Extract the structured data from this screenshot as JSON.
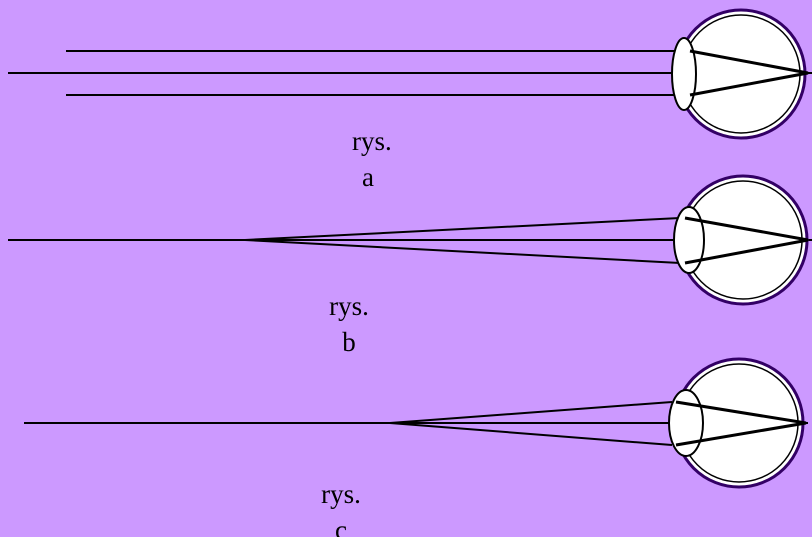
{
  "colors": {
    "background": "#cc99ff",
    "eye_fill": "#ffffff",
    "eye_outline": "#330066",
    "line": "#000000"
  },
  "diagrams": [
    {
      "id": "a",
      "caption_line1": "rys.",
      "caption_line2": "a"
    },
    {
      "id": "b",
      "caption_line1": "rys.",
      "caption_line2": "b"
    },
    {
      "id": "c",
      "caption_line1": "rys.",
      "caption_line2": "c"
    }
  ]
}
